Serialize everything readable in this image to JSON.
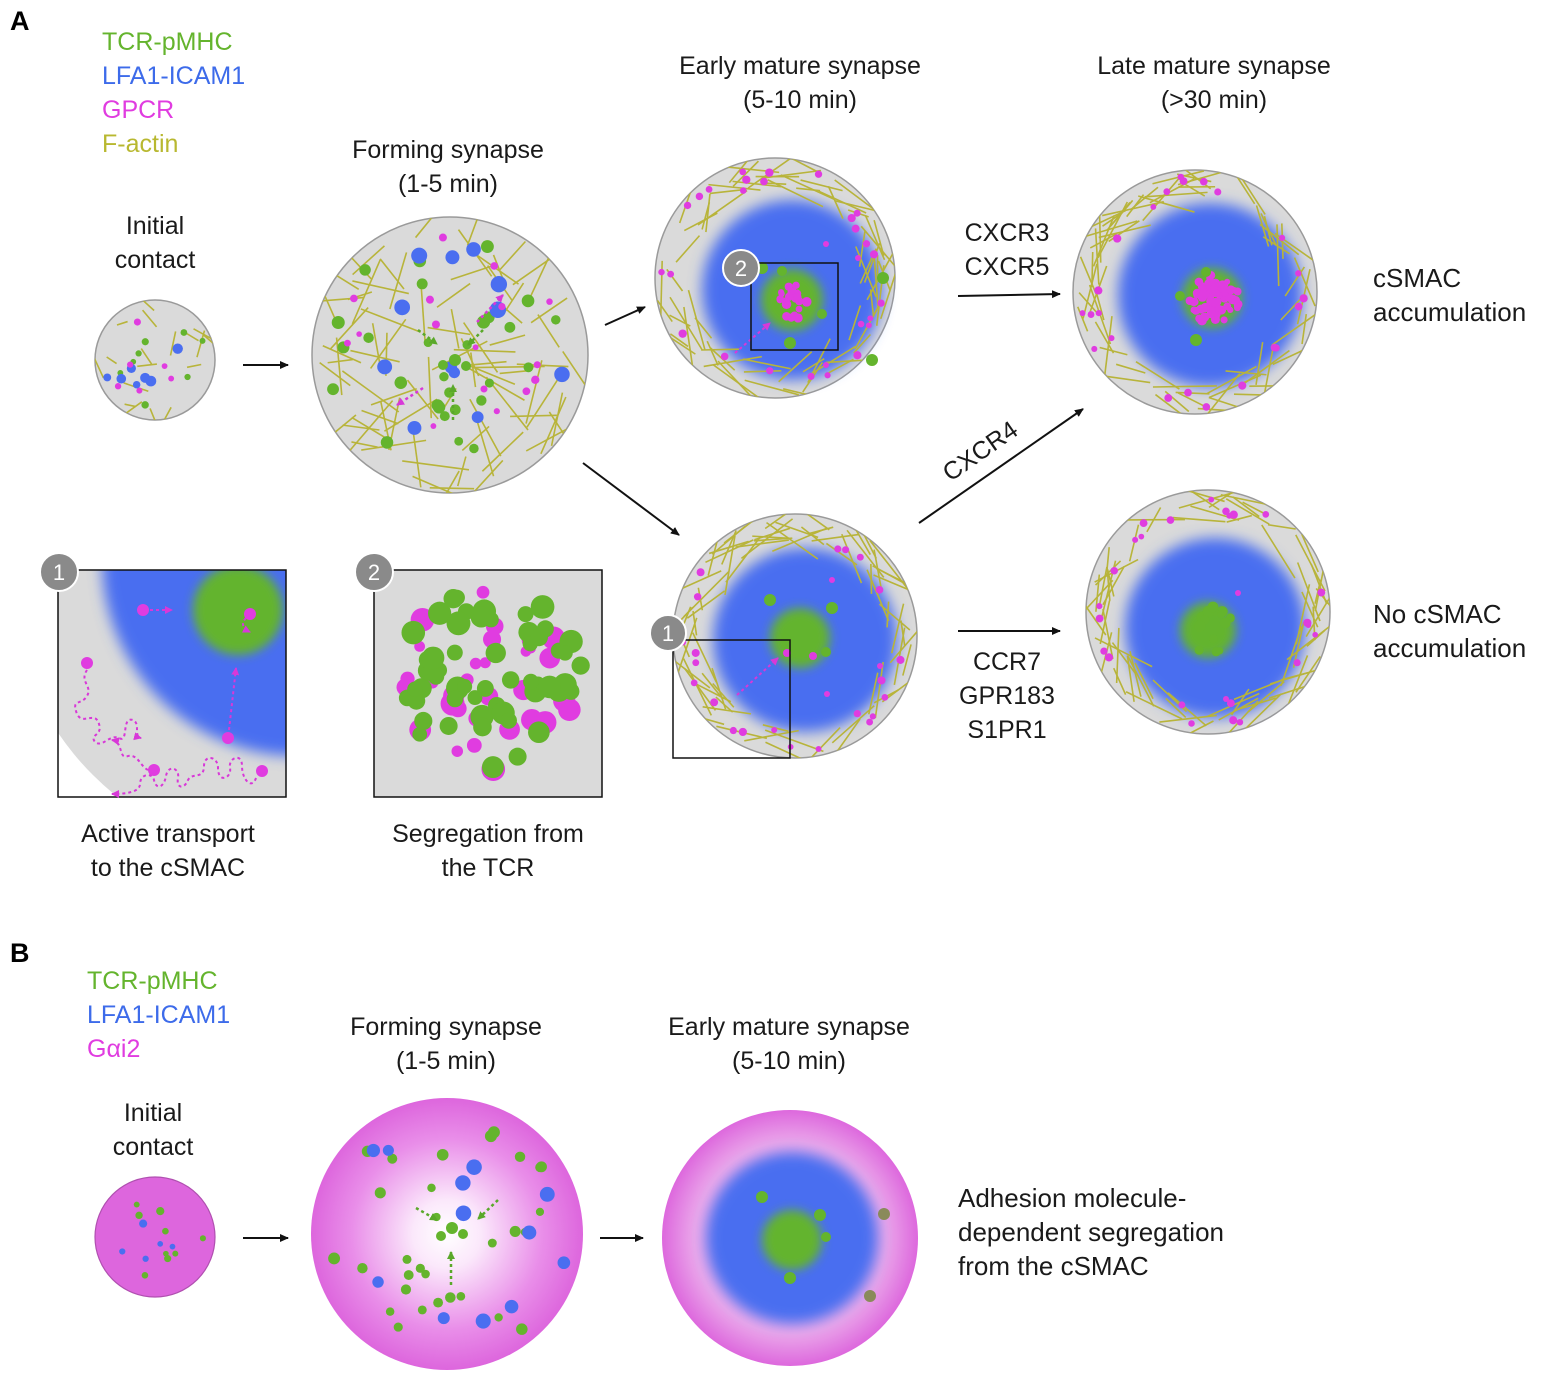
{
  "panel_a": {
    "letter": "A",
    "legend": [
      {
        "text": "TCR-pMHC",
        "color": "#64b42d"
      },
      {
        "text": "LFA1-ICAM1",
        "color": "#3d6bea"
      },
      {
        "text": "GPCR",
        "color": "#e03ce0"
      },
      {
        "text": "F-actin",
        "color": "#b8b830"
      }
    ],
    "initial_contact": [
      "Initial",
      "contact"
    ],
    "forming": [
      "Forming synapse",
      "(1-5 min)"
    ],
    "early": [
      "Early mature synapse",
      "(5-10 min)"
    ],
    "late": [
      "Late mature synapse",
      "(>30 min)"
    ],
    "up_receptors": [
      "CXCR3",
      "CXCR5"
    ],
    "diag_receptor": "CXCR4",
    "down_receptors": [
      "CCR7",
      "GPR183",
      "S1PR1"
    ],
    "outcome_up": [
      "cSMAC",
      "accumulation"
    ],
    "outcome_down": [
      "No cSMAC",
      "accumulation"
    ],
    "badge_1": "1",
    "badge_2": "2",
    "inset1_caption": [
      "Active transport",
      "to the cSMAC"
    ],
    "inset2_caption": [
      "Segregation from",
      "the TCR"
    ]
  },
  "panel_b": {
    "letter": "B",
    "legend": [
      {
        "text": "TCR-pMHC",
        "color": "#64b42d"
      },
      {
        "text": "LFA1-ICAM1",
        "color": "#3d6bea"
      },
      {
        "text": "Gαi2",
        "color": "#e03ce0"
      }
    ],
    "initial_contact": [
      "Initial",
      "contact"
    ],
    "forming": [
      "Forming synapse",
      "(1-5 min)"
    ],
    "early": [
      "Early mature synapse",
      "(5-10 min)"
    ],
    "outcome": [
      "Adhesion molecule-",
      "dependent segregation",
      "from the cSMAC"
    ]
  },
  "colors": {
    "green": "#64b42d",
    "blue": "#4a6ef0",
    "magenta": "#e03ce0",
    "actin": "#b8b43a",
    "cell_grey": "#dadada",
    "badge_grey": "#8a8a8a"
  }
}
